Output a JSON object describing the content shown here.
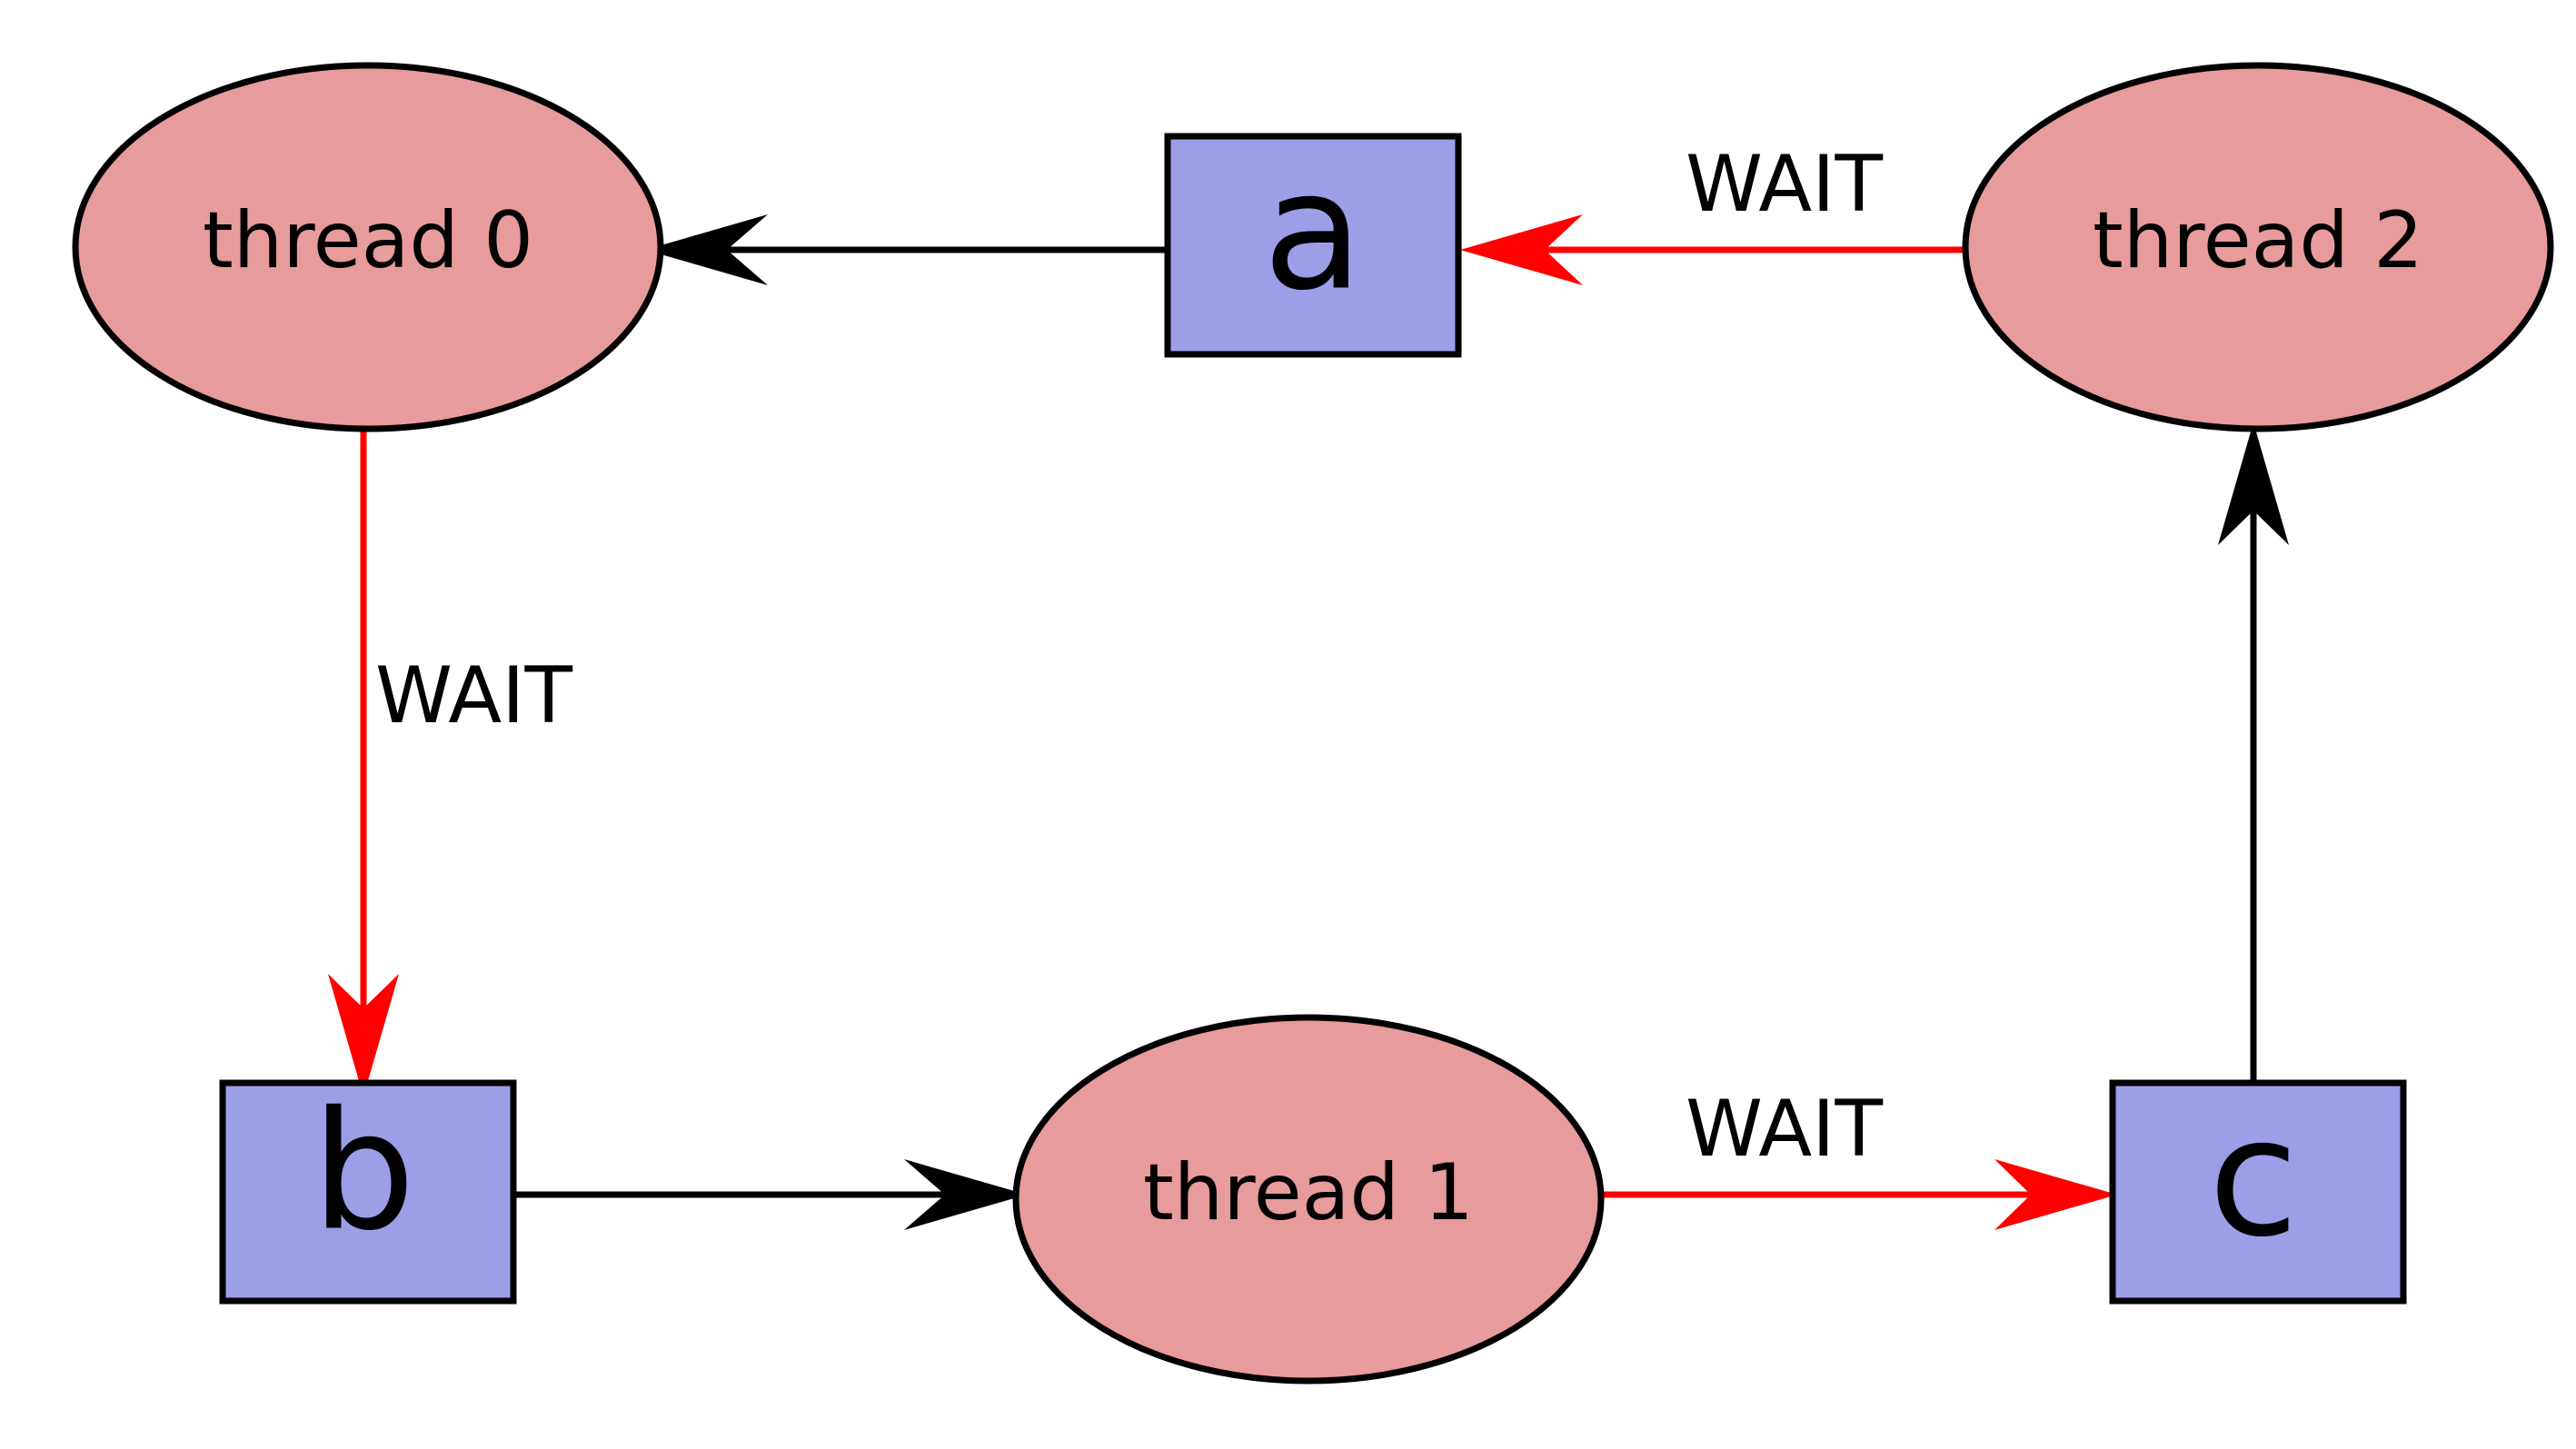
{
  "colors": {
    "thread_fill": "#e89b9b",
    "resource_fill": "#9c9ee8",
    "outline": "#000000",
    "holds_edge": "#000000",
    "wait_edge": "#ff0000"
  },
  "nodes": {
    "thread0": {
      "label": "thread 0",
      "shape": "ellipse"
    },
    "thread1": {
      "label": "thread 1",
      "shape": "ellipse"
    },
    "thread2": {
      "label": "thread 2",
      "shape": "ellipse"
    },
    "a": {
      "label": "a",
      "shape": "box"
    },
    "b": {
      "label": "b",
      "shape": "box"
    },
    "c": {
      "label": "c",
      "shape": "box"
    }
  },
  "edges": [
    {
      "from": "a",
      "to": "thread0",
      "color": "black",
      "label": ""
    },
    {
      "from": "thread2",
      "to": "a",
      "color": "red",
      "label": "WAIT"
    },
    {
      "from": "thread0",
      "to": "b",
      "color": "red",
      "label": "WAIT"
    },
    {
      "from": "b",
      "to": "thread1",
      "color": "black",
      "label": ""
    },
    {
      "from": "thread1",
      "to": "c",
      "color": "red",
      "label": "WAIT"
    },
    {
      "from": "c",
      "to": "thread2",
      "color": "black",
      "label": ""
    }
  ]
}
